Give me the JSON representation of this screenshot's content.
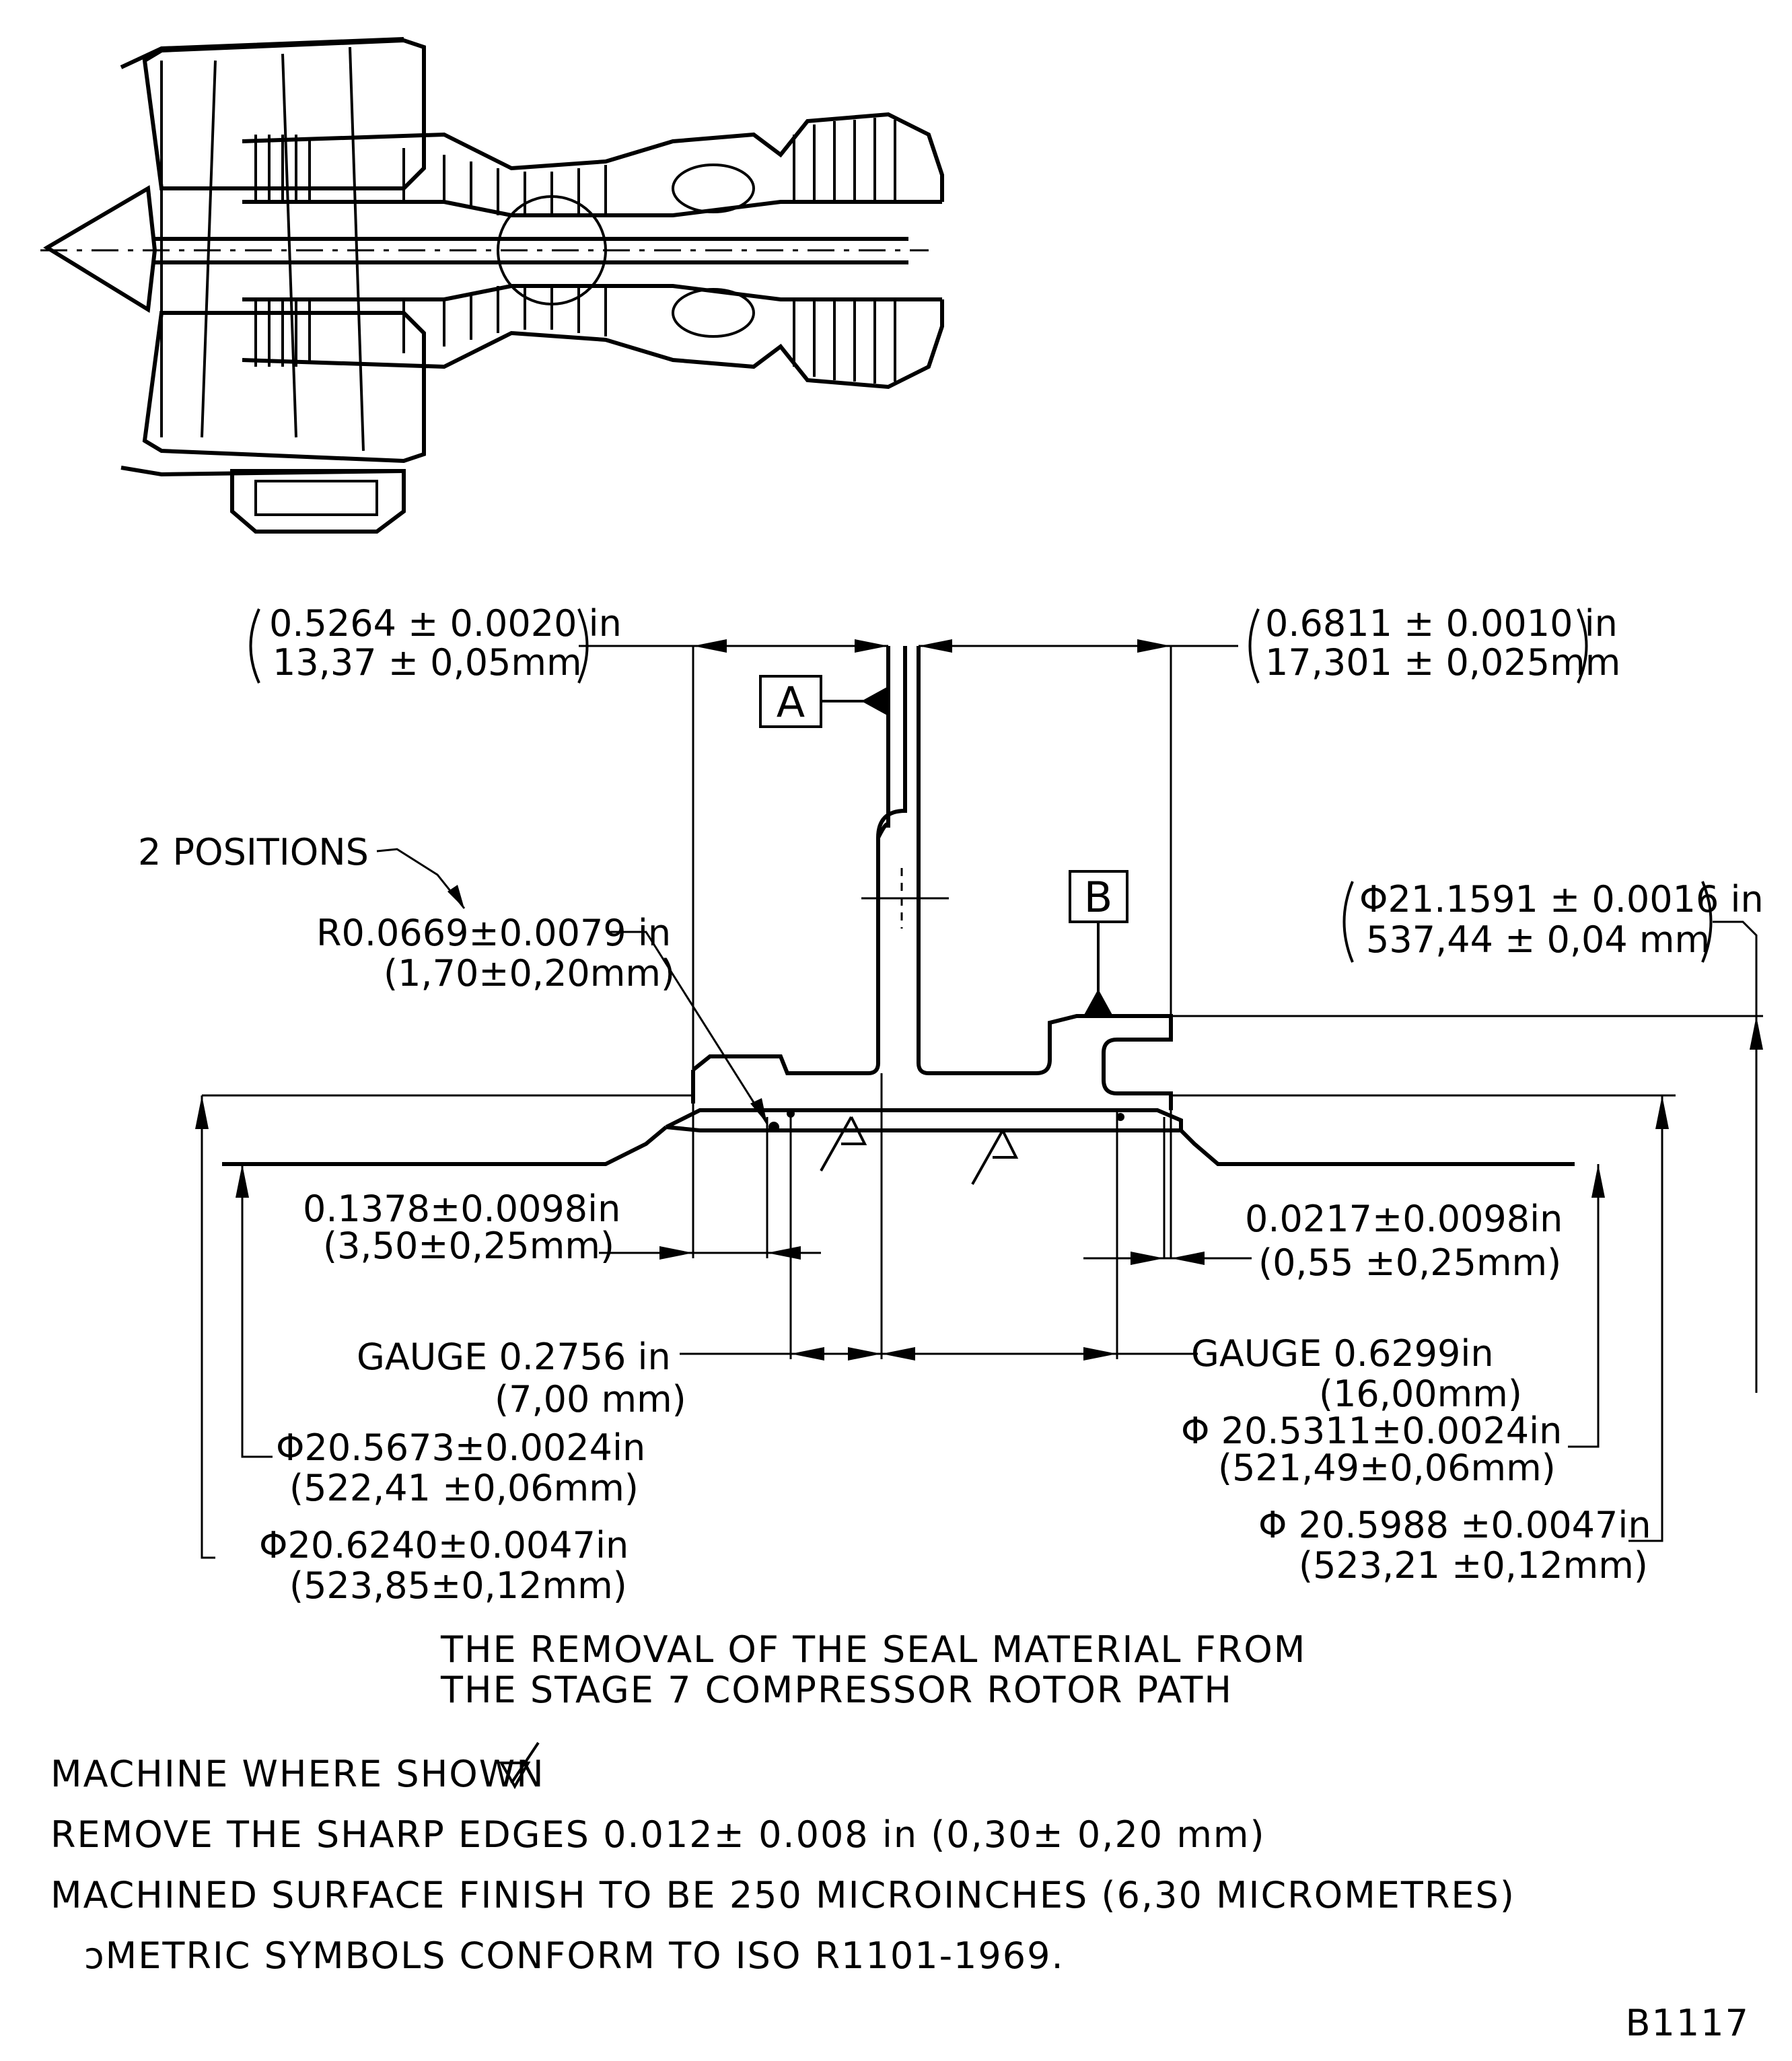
{
  "datums": {
    "a": "A",
    "b": "B"
  },
  "dimensions": {
    "top_left": {
      "in": "0.5264 ± 0.0020 in",
      "mm": "13,37 ± 0,05mm"
    },
    "top_right": {
      "in": "0.6811 ± 0.0010 in",
      "mm": "17,301 ± 0,025mm"
    },
    "positions_note": "2 POSITIONS",
    "radius": {
      "in": "R0.0669±0.0079 in",
      "mm": "(1,70±0,20mm)"
    },
    "outer_diameter": {
      "in": "Φ21.1591 ± 0.0016 in",
      "mm": "537,44 ± 0,04 mm"
    },
    "left_offset": {
      "in": "0.1378±0.0098in",
      "mm": "(3,50±0,25mm)"
    },
    "right_offset": {
      "in": "0.0217±0.0098in",
      "mm": "(0,55 ±0,25mm)"
    },
    "gauge_left": {
      "in": "GAUGE 0.2756 in",
      "mm": "(7,00 mm)"
    },
    "gauge_right": {
      "in": "GAUGE 0.6299in",
      "mm": "(16,00mm)"
    },
    "dia_left_inner": {
      "in": "Φ20.5673±0.0024in",
      "mm": "(522,41 ±0,06mm)"
    },
    "dia_left_outer": {
      "in": "Φ20.6240±0.0047in",
      "mm": "(523,85±0,12mm)"
    },
    "dia_right_inner": {
      "in": "Φ 20.5311±0.0024in",
      "mm": "(521,49±0,06mm)"
    },
    "dia_right_outer": {
      "in": "Φ 20.5988 ±0.0047in",
      "mm": "(523,21 ±0,12mm)"
    }
  },
  "caption": {
    "line1": "THE REMOVAL OF THE SEAL MATERIAL FROM",
    "line2": "THE STAGE 7 COMPRESSOR ROTOR PATH"
  },
  "notes": {
    "machine": "MACHINE WHERE SHOWN",
    "sharp_edges": "REMOVE THE SHARP EDGES 0.012± 0.008 in (0,30± 0,20 mm)",
    "finish": "MACHINED SURFACE FINISH TO BE 250 MICROINCHES (6,30 MICROMETRES)",
    "symbols": "ͻMETRIC SYMBOLS CONFORM TO ISO R1101-1969."
  },
  "figure_ref": "B1117"
}
